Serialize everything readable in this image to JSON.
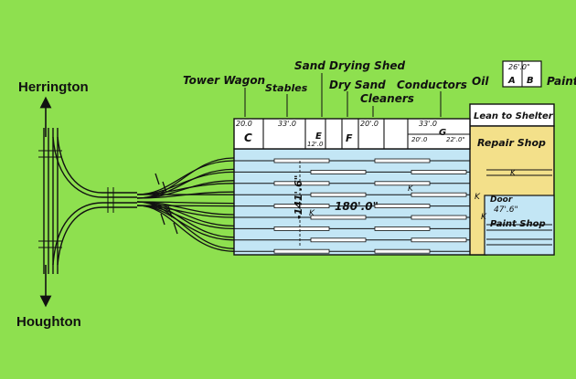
{
  "places": {
    "north": "Herrington",
    "south": "Houghton"
  },
  "building_labels": {
    "tower_wagon": "Tower Wagon",
    "stables": "Stables",
    "sand_drying_shed": "Sand Drying Shed",
    "dry_sand": "Dry Sand",
    "cleaners": "Cleaners",
    "conductors": "Conductors",
    "oil": "Oil",
    "paint": "Paint",
    "lean_to_shelter": "Lean to Shelter",
    "repair_shop": "Repair Shop",
    "door": "Door",
    "paint_shop": "Paint Shop"
  },
  "room_letters": {
    "c": "C",
    "e": "E",
    "f": "F",
    "g": "G",
    "a": "A",
    "b": "B",
    "k1": "K",
    "k2": "K",
    "k3": "K",
    "k4": "K",
    "k5": "K"
  },
  "dimensions": {
    "length": "180'.0\"",
    "width": "-141'.6\"",
    "door_width": "47'.6\"",
    "oil_paint_width": "26'.0\"",
    "room_c": "20.0",
    "room_stables": "33'.0",
    "room_e": "12'.0",
    "room_f": "20'.0",
    "room_g": "33'.0",
    "room_g_lower": "20'.0",
    "room_end": "22'.0\""
  },
  "colors": {
    "background": "#8ee04f",
    "shed": "#c3e6f5",
    "repair": "#f3e08a",
    "line": "#111111"
  }
}
